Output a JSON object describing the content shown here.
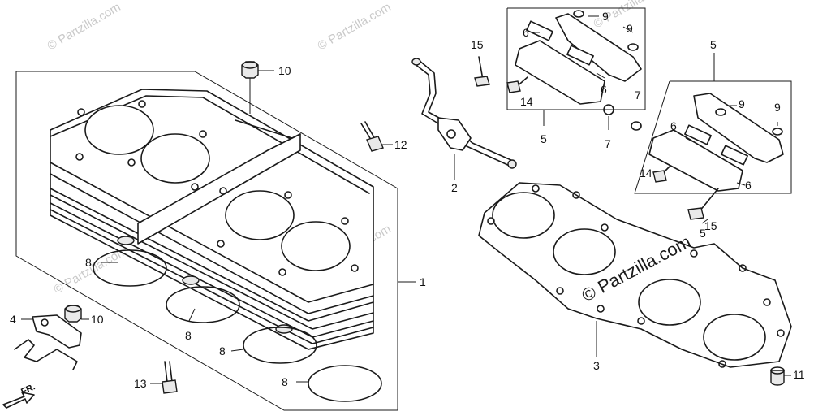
{
  "diagram": {
    "callouts": {
      "c1": "1",
      "c2": "2",
      "c3": "3",
      "c4": "4",
      "c5a": "5",
      "c5b": "5",
      "c5c": "5",
      "c6a": "6",
      "c6b": "6",
      "c6c": "6",
      "c6d": "6",
      "c7a": "7",
      "c7b": "7",
      "c8a": "8",
      "c8b": "8",
      "c8c": "8",
      "c8d": "8",
      "c9a": "9",
      "c9b": "9",
      "c9c": "9",
      "c9d": "9",
      "c10a": "10",
      "c10b": "10",
      "c11": "11",
      "c12": "12",
      "c13": "13",
      "c14a": "14",
      "c14b": "14",
      "c15a": "15",
      "c15b": "15"
    },
    "direction_label": "FR.",
    "watermark_main": "© Partzilla.com",
    "watermark_faint": "© Partzilla.com"
  }
}
